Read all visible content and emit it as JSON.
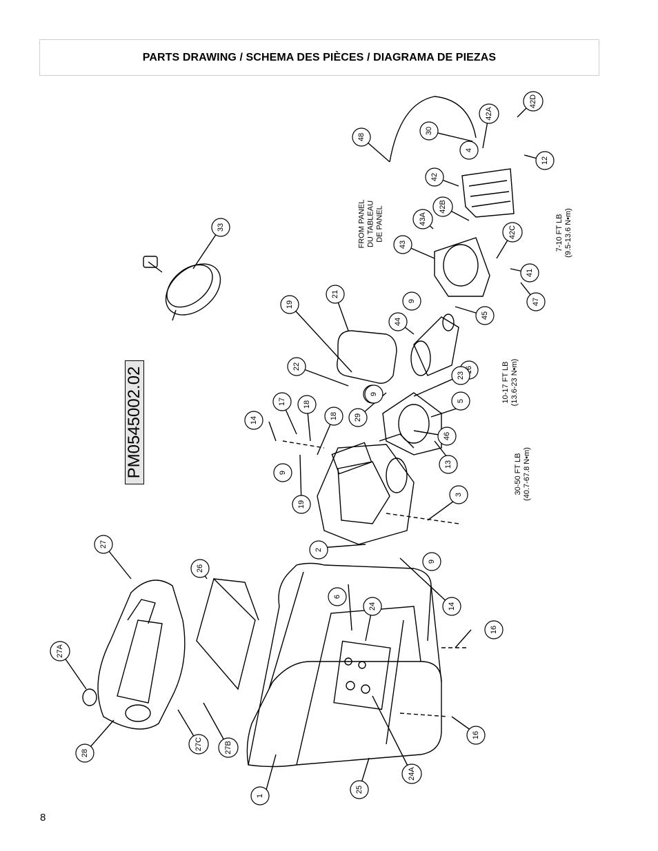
{
  "header": {
    "title": "PARTS DRAWING / SCHEMA DES PIÈCES / DIAGRAMA DE PIEZAS"
  },
  "drawing_id": "PM0545002.02",
  "page_number": "8",
  "notes": {
    "from_panel_1": "FROM PANEL",
    "from_panel_2": "DU TABLEAU",
    "from_panel_3": "DE PANEL",
    "torque_7_10_1": "7-10 FT LB",
    "torque_7_10_2": "(9.5-13.6 N•m)",
    "torque_10_17_1": "10-17 FT LB",
    "torque_10_17_2": "(13.6-23 N•m)",
    "torque_30_50_1": "30-50 FT LB",
    "torque_30_50_2": "(40.7-67.8 N•m)"
  },
  "callouts": [
    {
      "label": "1"
    },
    {
      "label": "2"
    },
    {
      "label": "3"
    },
    {
      "label": "4"
    },
    {
      "label": "5"
    },
    {
      "label": "6"
    },
    {
      "label": "9"
    },
    {
      "label": "9"
    },
    {
      "label": "9"
    },
    {
      "label": "9"
    },
    {
      "label": "9"
    },
    {
      "label": "12"
    },
    {
      "label": "13"
    },
    {
      "label": "14"
    },
    {
      "label": "14"
    },
    {
      "label": "16"
    },
    {
      "label": "16"
    },
    {
      "label": "16"
    },
    {
      "label": "17"
    },
    {
      "label": "18"
    },
    {
      "label": "18"
    },
    {
      "label": "19"
    },
    {
      "label": "19"
    },
    {
      "label": "21"
    },
    {
      "label": "22"
    },
    {
      "label": "23"
    },
    {
      "label": "24"
    },
    {
      "label": "24A"
    },
    {
      "label": "25"
    },
    {
      "label": "26"
    },
    {
      "label": "27"
    },
    {
      "label": "27A"
    },
    {
      "label": "27B"
    },
    {
      "label": "27C"
    },
    {
      "label": "28"
    },
    {
      "label": "29"
    },
    {
      "label": "30"
    },
    {
      "label": "33"
    },
    {
      "label": "41"
    },
    {
      "label": "42"
    },
    {
      "label": "42A"
    },
    {
      "label": "42B"
    },
    {
      "label": "42C"
    },
    {
      "label": "42D"
    },
    {
      "label": "43"
    },
    {
      "label": "43A"
    },
    {
      "label": "44"
    },
    {
      "label": "45"
    },
    {
      "label": "46"
    },
    {
      "label": "47"
    },
    {
      "label": "48"
    }
  ]
}
